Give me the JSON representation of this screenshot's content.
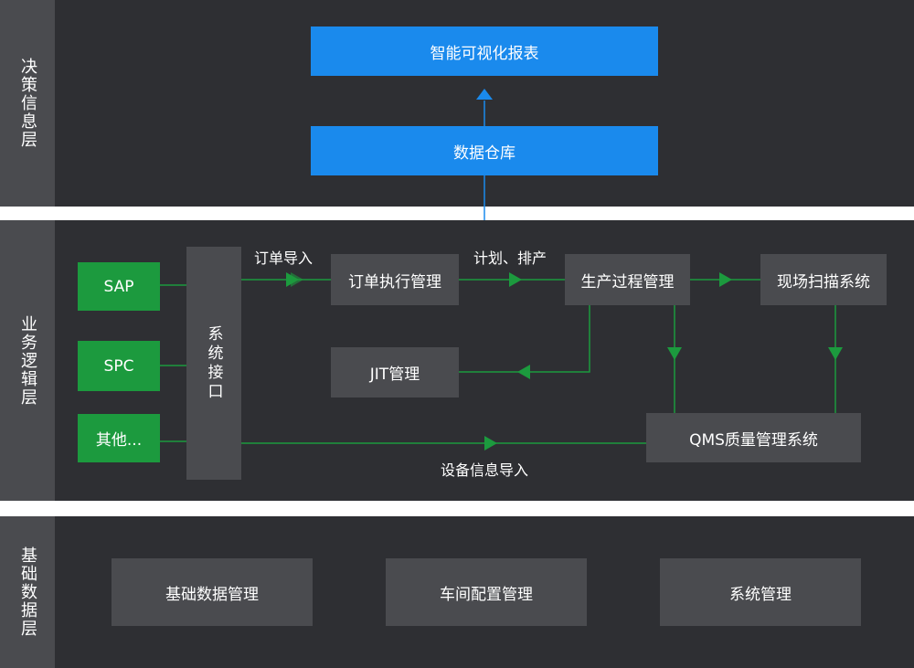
{
  "layers": {
    "decision": "决策信息层",
    "business": "业务逻辑层",
    "base": "基础数据层"
  },
  "decision": {
    "report": "智能可视化报表",
    "warehouse": "数据仓库"
  },
  "business": {
    "sap": "SAP",
    "spc": "SPC",
    "other": "其他...",
    "interface": "系统接口",
    "order_exec": "订单执行管理",
    "jit": "JIT管理",
    "production": "生产过程管理",
    "scan": "现场扫描系统",
    "qms": "QMS质量管理系统",
    "label_order_import": "订单导入",
    "label_plan": "计划、排产",
    "label_device_import": "设备信息导入"
  },
  "base": {
    "basic_data": "基础数据管理",
    "workshop": "车间配置管理",
    "system": "系统管理"
  },
  "colors": {
    "panel": "#2e2f33",
    "box_gray": "#4a4b4f",
    "box_blue": "#1a8aed",
    "box_green": "#1c9a3e",
    "arrow_green": "#1c9a3e",
    "line_blue": "#1a8aed"
  }
}
